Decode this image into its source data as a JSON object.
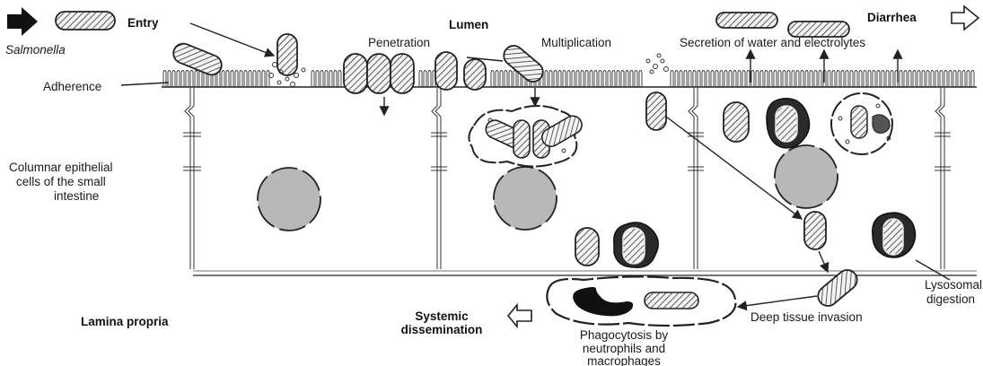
{
  "labels": {
    "salmonella": "Salmonella",
    "entry": "Entry",
    "lumen": "Lumen",
    "diarrhea": "Diarrhea",
    "penetration": "Penetration",
    "multiplication": "Multiplication",
    "secretion": "Secretion of water and electrolytes",
    "adherence": "Adherence",
    "columnar": [
      "Columnar epithelial",
      "cells of the small",
      "intestine"
    ],
    "lamina": "Lamina propria",
    "systemic": [
      "Systemic",
      "dissemination"
    ],
    "phagocytosis": [
      "Phagocytosis by",
      "neutrophils and",
      "macrophages"
    ],
    "deep_tissue": "Deep tissue invasion",
    "lysosomal": [
      "Lysosomal",
      "digestion"
    ]
  }
}
